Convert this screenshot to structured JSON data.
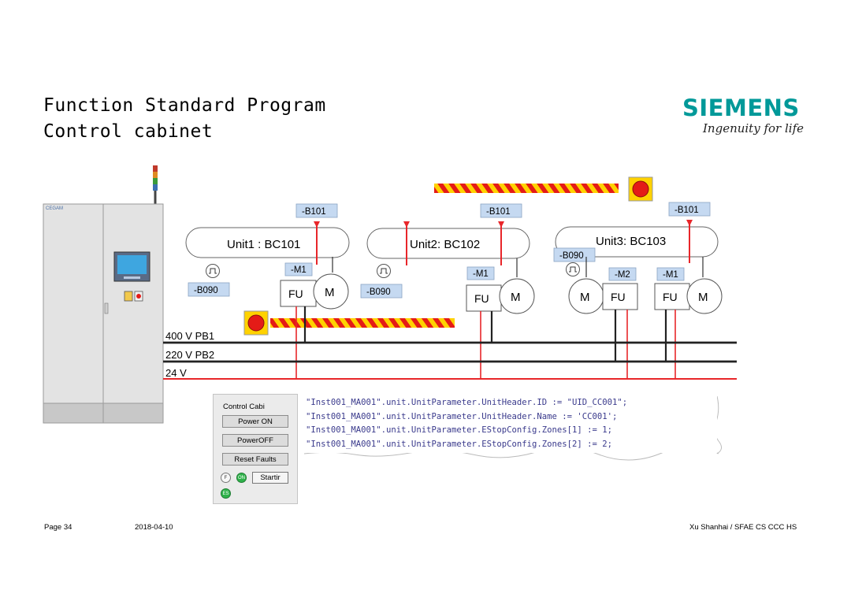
{
  "title": {
    "line1": "Function Standard Program",
    "line2": "Control cabinet"
  },
  "logo": {
    "wordmark": "SIEMENS",
    "tagline": "Ingenuity for life",
    "color": "#009999"
  },
  "cabinet": {
    "brand": "CEGAM"
  },
  "units": [
    {
      "label": "Unit1 : BC101"
    },
    {
      "label": "Unit2: BC102"
    },
    {
      "label": "Unit3: BC103"
    }
  ],
  "tags": {
    "b101_u1": "-B101",
    "b101_u2": "-B101",
    "b101_u3": "-B101",
    "b090_u1": "-B090",
    "b090_u2": "-B090",
    "b090_u3": "-B090",
    "m1_u1": "-M1",
    "m1_u2": "-M1",
    "m2_u3": "-M2",
    "m1_u3": "-M1"
  },
  "drive": {
    "fu": "FU",
    "m": "M"
  },
  "rails": {
    "pb1": "400 V PB1",
    "pb2": "220 V PB2",
    "dc": "24 V"
  },
  "colors": {
    "tag_fill": "#c5d9f1",
    "wire_red": "#e8262a",
    "hazard_yellow": "#ffd200",
    "estop_red": "#e41b17"
  },
  "panel": {
    "title": "Control Cabi",
    "power_on": "Power ON",
    "power_off": "PowerOFF",
    "reset": "Reset Faults",
    "lamp_f": "F",
    "lamp_on": "ON",
    "lamp_es": "ES",
    "startir": "Startir"
  },
  "code": {
    "lines": [
      "\"Inst001_MA001\".unit.UnitParameter.UnitHeader.ID := \"UID_CC001\";",
      "\"Inst001_MA001\".unit.UnitParameter.UnitHeader.Name := 'CC001';",
      "\"Inst001_MA001\".unit.UnitParameter.EStopConfig.Zones[1] := 1;",
      "\"Inst001_MA001\".unit.UnitParameter.EStopConfig.Zones[2] := 2;"
    ]
  },
  "footer": {
    "page": "Page 34",
    "date": "2018-04-10",
    "author": "Xu Shanhai / SFAE CS CCC HS"
  }
}
